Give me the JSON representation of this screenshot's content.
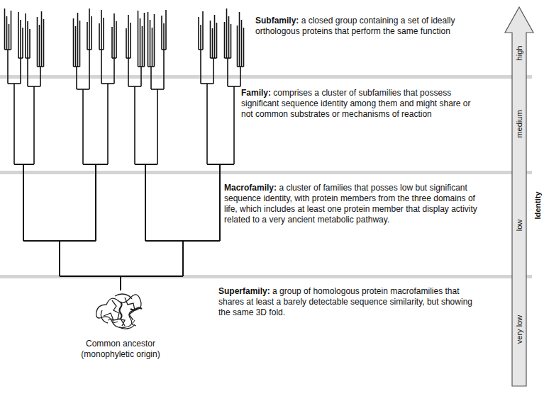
{
  "diagram": {
    "labels": [
      "Subfamily:",
      "a closed group containing a set of ideally orthologous proteins that perform the same function",
      "Family:",
      "comprises a cluster of subfamilies that possess significant sequence identity among them and might share or not common substrates or mechanisms of reaction",
      "Macrofamily:",
      "a cluster of families that posses low but significant sequence identity, with protein members from the three domains of life, which includes at least one protein member that display activity related to a very ancient metabolic pathway.",
      "Superfamily:",
      "a group of homologous protein macrofamilies that shares at least a barely detectable sequence similarity, but showing the same 3D fold.",
      "Common ancestor (monophyletic origin)",
      "high",
      "medium",
      "low",
      "very low",
      "Identity"
    ]
  }
}
